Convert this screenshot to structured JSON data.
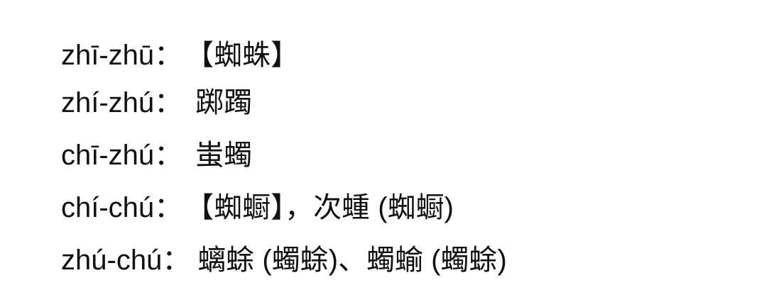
{
  "entries": [
    {
      "pinyin": "zhī-zhū",
      "separator": "：",
      "text": "【蜘蛛】"
    },
    {
      "pinyin": "zhí-zhú",
      "separator": "：",
      "text": " 踯躅"
    },
    {
      "pinyin": "chī-zhú",
      "separator": "：",
      "text": " 蚩蠋"
    },
    {
      "pinyin": "chí-chú",
      "separator": "：",
      "text": "【蜘蟵】，次蝩 (蜘蟵)"
    },
    {
      "pinyin": "zhú-chú",
      "separator": "：",
      "text": "螭蜍 (蠋蜍)、蠋蝓 (蠋蜍)"
    }
  ]
}
